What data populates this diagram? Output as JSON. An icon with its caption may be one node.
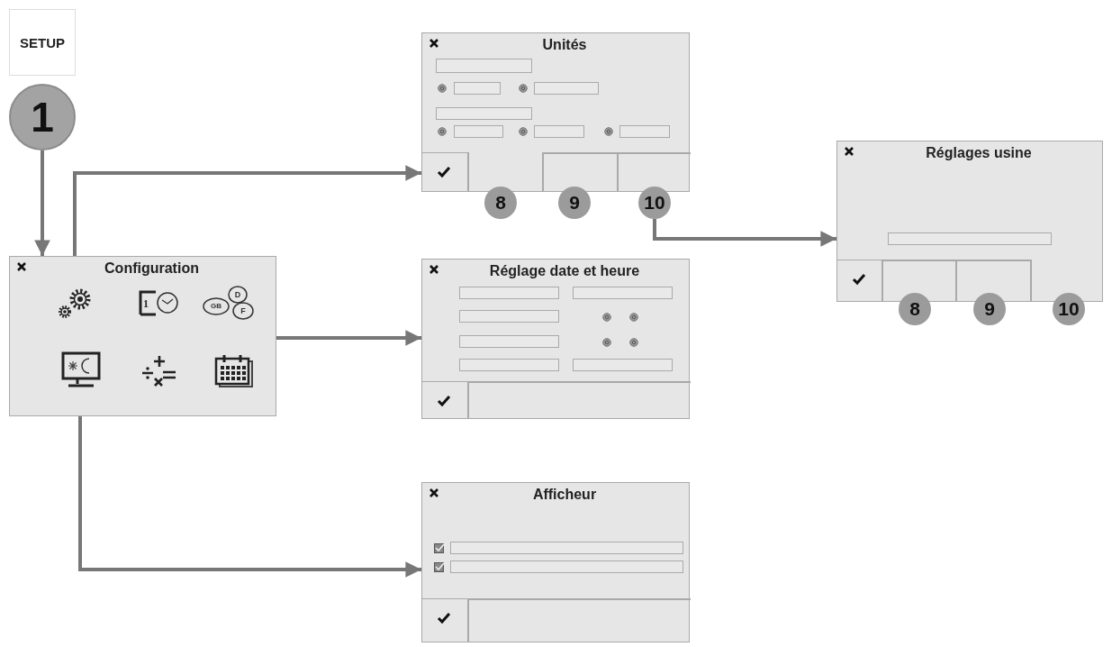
{
  "diagram": {
    "nodes": [
      {
        "text": [
          "SETUP"
        ]
      },
      {
        "text": [
          "1"
        ]
      },
      {
        "text": [
          "Configuration"
        ]
      },
      {
        "text": [],
        "shape": "picture",
        "in": 2
      },
      {
        "text": [],
        "shape": "picture",
        "in": 2
      },
      {
        "text": [],
        "shape": "picture",
        "in": 2
      },
      {
        "text": [
          "Unités"
        ]
      },
      {
        "text": [
          "8"
        ]
      },
      {
        "text": [
          "9"
        ]
      },
      {
        "text": [
          "10"
        ]
      },
      {
        "text": [
          "Réglage date et heure"
        ]
      },
      {
        "text": [
          "Réglages usine"
        ]
      },
      {
        "text": [
          "8"
        ]
      },
      {
        "text": [
          "9"
        ]
      },
      {
        "text": [
          "10"
        ]
      },
      {
        "text": [
          "Afficheur"
        ]
      }
    ],
    "edges": [
      {
        "from": 1,
        "to": 2,
        "arrow": "to"
      },
      {
        "from": 3,
        "to": 6,
        "arrow": "to"
      },
      {
        "from": 4,
        "to": 10,
        "arrow": "to"
      },
      {
        "from": 5,
        "to": 15,
        "arrow": "to"
      },
      {
        "from": 9,
        "to": 11,
        "arrow": "to"
      }
    ],
    "labels": [
      "1",
      "GB",
      "D",
      "F"
    ]
  }
}
